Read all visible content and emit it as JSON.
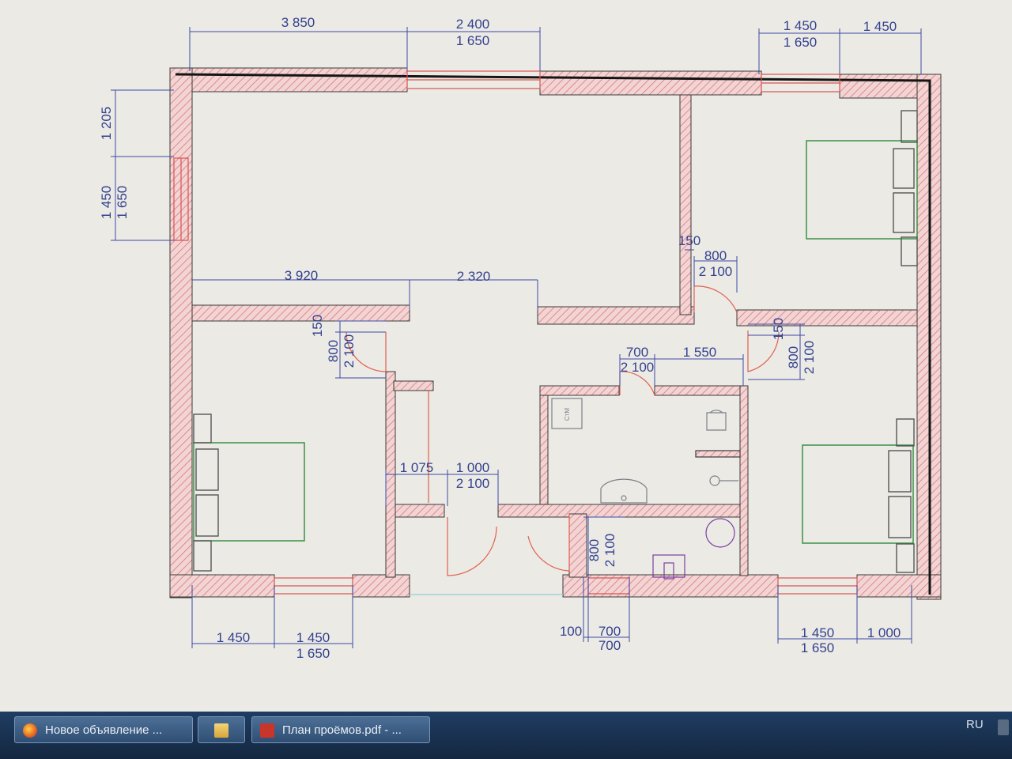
{
  "plan": {
    "top_dims": {
      "d1": "3 850",
      "d2": "2 400",
      "d2b": "1 650",
      "d3": "1 450",
      "d3b": "1 650",
      "d4": "1 450"
    },
    "left_dims": {
      "d1": "1 205",
      "d2": "1 450",
      "d2b": "1 650"
    },
    "mid_dims": {
      "d1": "3 920",
      "d2": "2 320",
      "d3": "150",
      "d4": "800",
      "d4b": "2 100"
    },
    "left_door_dims": {
      "a": "150",
      "b": "800",
      "bb": "2 100"
    },
    "right_door_dims": {
      "a": "150",
      "b": "800",
      "bb": "2 100"
    },
    "bath_dims": {
      "a": "700",
      "ab": "2 100",
      "b": "1 550"
    },
    "corridor_dims": {
      "a": "1 075",
      "b": "1 000",
      "bb": "2 100"
    },
    "wc_door_dims": {
      "a": "800",
      "ab": "2 100"
    },
    "bottom_dims": {
      "l1": "1 450",
      "l2": "1 450",
      "l2b": "1 650",
      "c1": "100",
      "c2": "700",
      "c2b": "700",
      "r1": "1 450",
      "r1b": "1 650",
      "r2": "1 000"
    },
    "fixture_label": "СтМ",
    "colors": {
      "wall_fill": "#f2d4d4",
      "wall_hatch": "#d9797a",
      "wall_stroke": "#3a3a3a",
      "dim_line": "#3b4aa8",
      "dim_text": "#33428f",
      "bed": "#2e8b3c",
      "window": "#d9534f",
      "door": "#e0604f",
      "fixture": "#7a7f8a",
      "fixture_purple": "#7b3fa3"
    }
  },
  "taskbar": {
    "firefox_label": "Новое объявление ...",
    "firefox_icon": "firefox-icon",
    "explorer_icon": "folder-icon",
    "pdf_label": "План проёмов.pdf - ...",
    "pdf_icon": "pdf-icon",
    "language": "RU"
  }
}
